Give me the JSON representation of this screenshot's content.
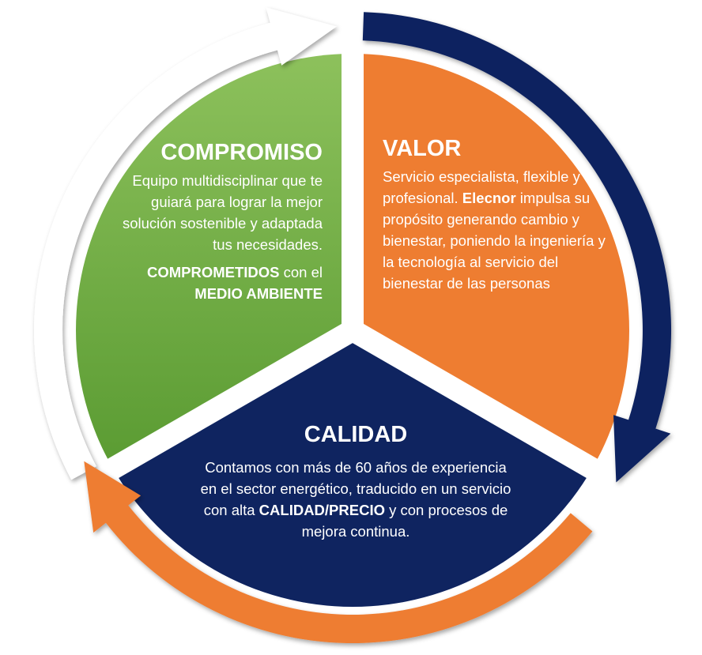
{
  "colors": {
    "green_light": "#8dc15c",
    "green_dark": "#5a9b32",
    "orange": "#ee7d31",
    "navy": "#0f2460",
    "white_arrow": "#ffffff"
  },
  "compromiso": {
    "title": "COMPROMISO",
    "body": "Equipo multidisciplinar que te guiará para lograr la mejor solución sostenible y adaptada tus necesidades.",
    "line2_bold1": "COMPROMETIDOS",
    "line2_text": " con el",
    "line2_bold2": "MEDIO AMBIENTE"
  },
  "valor": {
    "title": "VALOR",
    "body1": "Servicio especialista, flexible y profesional.",
    "bold": "Elecnor",
    "body2": " impulsa su propósito generando cambio y bienestar, poniendo la ingeniería y la tecnología al servicio del bienestar de las personas"
  },
  "calidad": {
    "title": "CALIDAD",
    "body1": "Contamos con más de 60 años de experiencia en el sector energético, traducido en un servicio con alta ",
    "bold": "CALIDAD/PRECIO",
    "body2": " y con procesos de mejora continua."
  }
}
